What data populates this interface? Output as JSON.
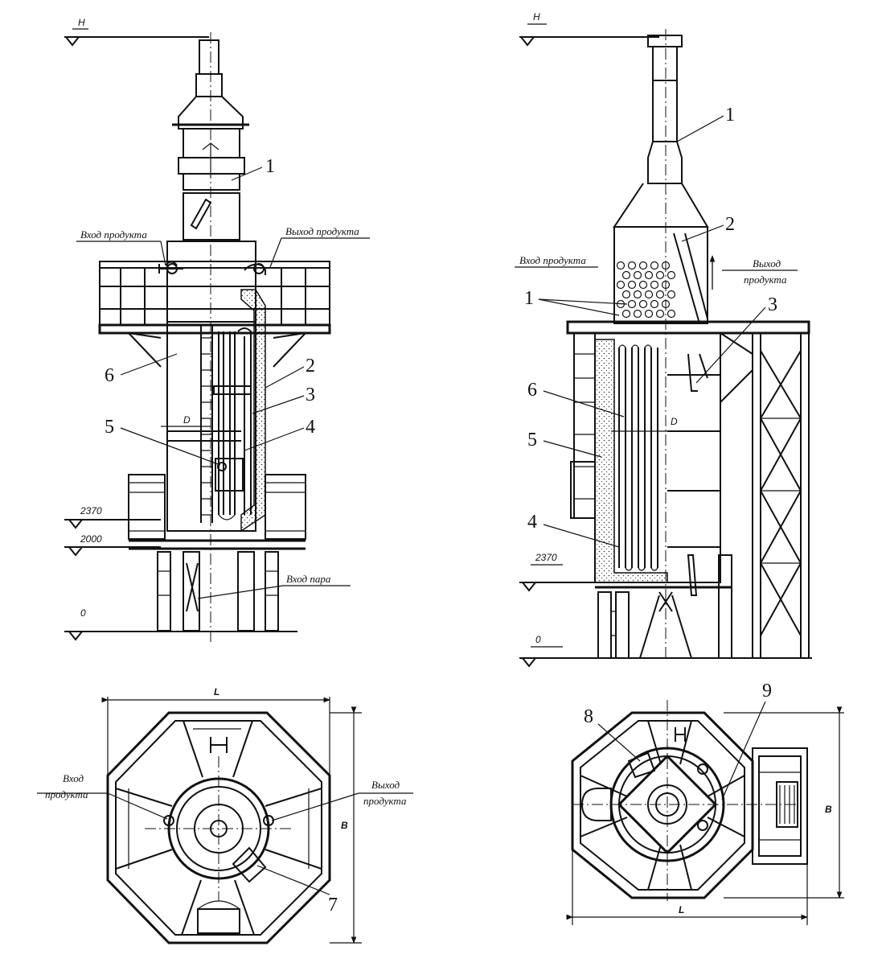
{
  "left_view": {
    "level_top": "H",
    "level_2370": "2370",
    "level_2000": "2000",
    "level_0": "0",
    "diameter_label": "D",
    "label_product_in": "Вход продукта",
    "label_product_out": "Выход продукта",
    "label_steam_in": "Вход пара",
    "callouts": [
      "1",
      "2",
      "3",
      "4",
      "5",
      "6"
    ]
  },
  "right_view": {
    "level_top": "H",
    "level_2370": "2370",
    "level_0": "0",
    "diameter_label": "D",
    "label_product_in": "Вход продукта",
    "label_product_out_line1": "Выход",
    "label_product_out_line2": "продукта",
    "callouts": [
      "1",
      "2",
      "1",
      "3",
      "6",
      "5",
      "4"
    ]
  },
  "left_plan": {
    "dim_length": "L",
    "dim_width": "B",
    "label_in_line1": "Вход",
    "label_in_line2": "продукта",
    "label_out_line1": "Выход",
    "label_out_line2": "продукта",
    "callout_7": "7"
  },
  "right_plan": {
    "dim_length": "L",
    "dim_width": "B",
    "callout_8": "8",
    "callout_9": "9"
  }
}
